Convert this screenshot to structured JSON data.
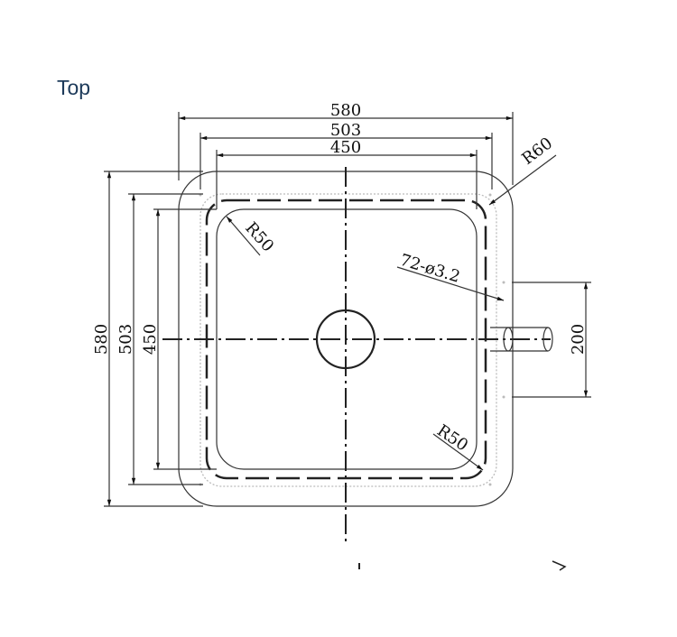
{
  "view_title": "Top",
  "dimensions": {
    "overall_width": "580",
    "flange_width": "503",
    "bowl_width": "450",
    "overall_depth": "580",
    "flange_depth": "503",
    "bowl_depth": "450",
    "outer_radius": "R60",
    "inner_radius_top": "R50",
    "inner_radius_bottom": "R50",
    "holes": "72-ø3.2",
    "overflow_spacing": "200"
  }
}
